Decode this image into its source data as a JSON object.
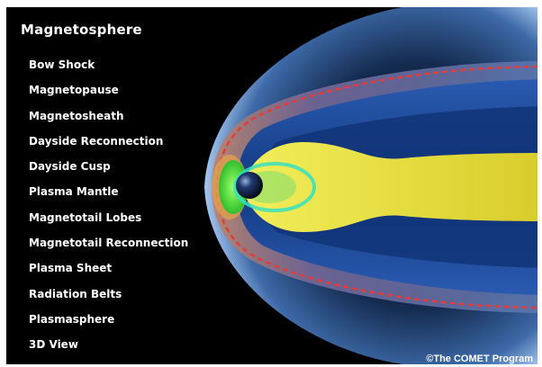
{
  "title": "Magnetosphere",
  "menu_items": [
    "Bow Shock",
    "Magnetopause",
    "Magnetosheath",
    "Dayside Reconnection",
    "Dayside Cusp",
    "Plasma Mantle",
    "Magnetotail Lobes",
    "Magnetotail Reconnection",
    "Plasma Sheet",
    "Radiation Belts",
    "Plasmasphere",
    "3D View"
  ],
  "credit": "©The COMET Program",
  "colors": {
    "background": "#000000",
    "text": "#ffffff",
    "bow_shock": "#8fb6e8",
    "magnetopause": "#e23c3c",
    "tail_lobes": "#1e4fa0",
    "plasma_sheet": "#e8e23a",
    "dayside_reconnection": "#4ee83a",
    "earth": "#0a1a3a"
  }
}
